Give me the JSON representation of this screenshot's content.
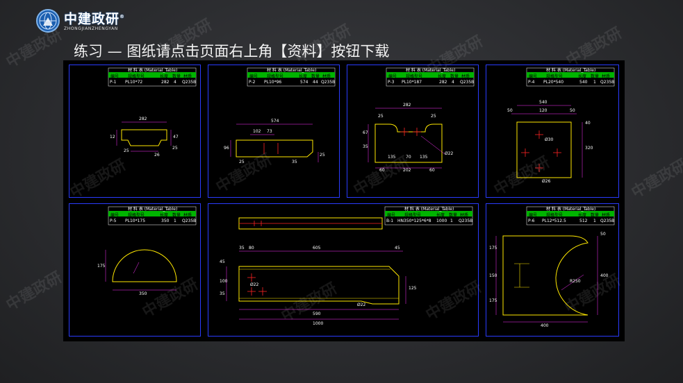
{
  "logo": {
    "cn": "中建政研",
    "en": "ZHONGJIANZHENGYAN",
    "reg": "®"
  },
  "title": "练习 — 图纸请点击页面右上角【资料】按钮下载",
  "watermark": "中建政研",
  "table_title": "材 料 表 (Material_Table)",
  "table_headers": [
    "编号",
    "规格型号",
    "长度",
    "数量",
    "材质"
  ],
  "panels": [
    {
      "id": "P-1",
      "spec": "PL10*72",
      "length": "282",
      "qty": "4",
      "mat": "Q235B",
      "dims": [
        "282",
        "12",
        "47",
        "25",
        "26",
        "25"
      ]
    },
    {
      "id": "P-2",
      "spec": "PL10*96",
      "length": "574",
      "qty": "44",
      "mat": "Q235B",
      "dims": [
        "574",
        "102",
        "73",
        "96",
        "25",
        "35",
        "25"
      ]
    },
    {
      "id": "P-3",
      "spec": "PL10*187",
      "length": "282",
      "qty": "4",
      "mat": "Q235B",
      "dims": [
        "282",
        "25",
        "25",
        "67",
        "35",
        "135",
        "70",
        "135",
        "60",
        "202",
        "60",
        "Ø22"
      ]
    },
    {
      "id": "P-4",
      "spec": "PL20*540",
      "length": "540",
      "qty": "1",
      "mat": "Q235B",
      "dims": [
        "540",
        "50",
        "120",
        "50",
        "40",
        "320",
        "Ø30",
        "Ø26"
      ]
    },
    {
      "id": "P-5",
      "spec": "PL10*175",
      "length": "350",
      "qty": "1",
      "mat": "Q235B",
      "dims": [
        "175",
        "350"
      ]
    },
    {
      "id": "B-1",
      "spec": "HN350*125*6*8",
      "length": "1000",
      "qty": "1",
      "mat": "Q235B",
      "dims": [
        "605",
        "45",
        "35",
        "80",
        "45",
        "100",
        "125",
        "35",
        "Ø22",
        "590",
        "Ø22",
        "1000"
      ]
    },
    {
      "id": "P-6",
      "spec": "PL12*512.5",
      "length": "512",
      "qty": "1",
      "mat": "Q235B",
      "dims": [
        "175",
        "150",
        "175",
        "400",
        "R250",
        "400",
        "50"
      ]
    }
  ]
}
